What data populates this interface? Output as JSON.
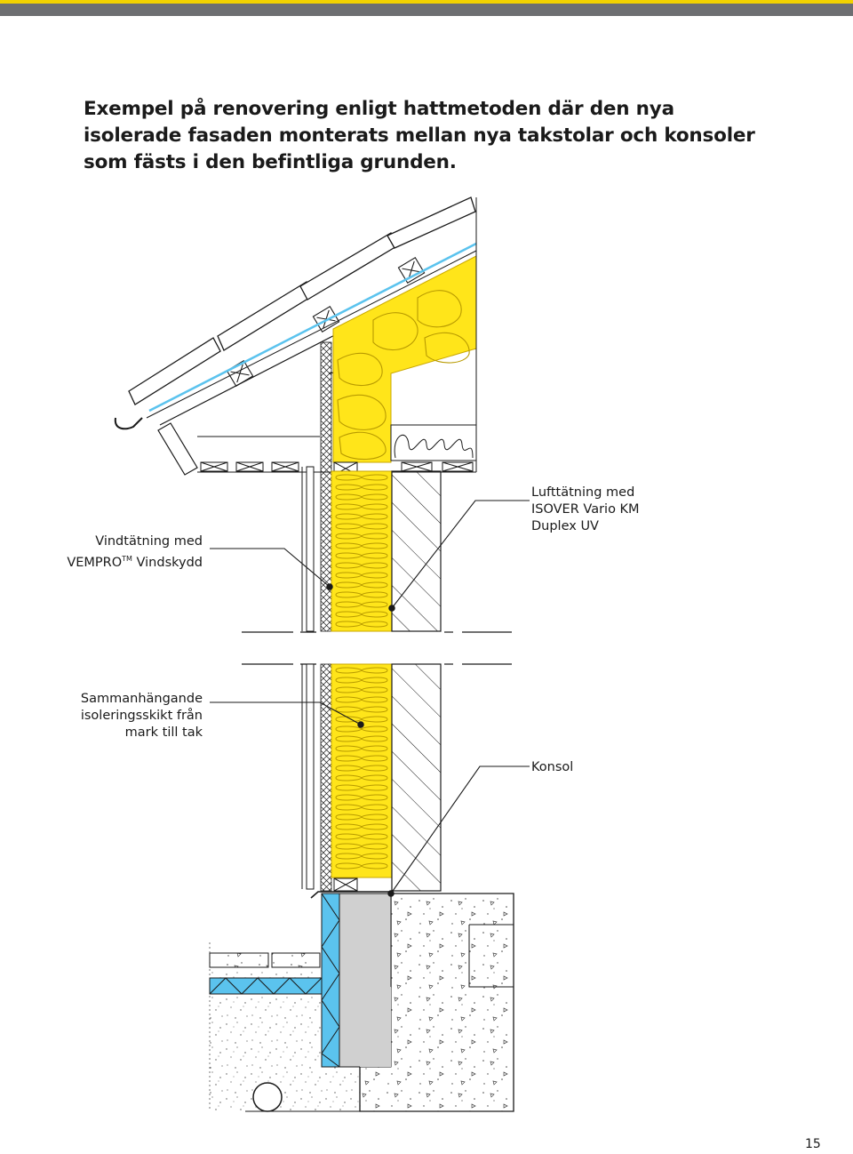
{
  "header": {
    "accent_color": "#f2d100",
    "band_color": "#6d6e71"
  },
  "title": {
    "lines": [
      "Exempel på renovering enligt hattmetoden där den nya",
      "isolerade fasaden monterats mellan nya takstolar och konsoler",
      "som fästs i den befintliga grunden."
    ]
  },
  "labels": {
    "vindtatning": {
      "line1": "Vindtätning med",
      "line2_main": "VEMPRO",
      "line2_tm": "TM",
      "line2_rest": " Vindskydd"
    },
    "lufttatning": {
      "line1": "Lufttätning med",
      "line2": "ISOVER Vario KM",
      "line3": "Duplex UV"
    },
    "sammanhangande": {
      "line1": "Sammanhängande",
      "line2": "isoleringsskikt från",
      "line3": "mark till tak"
    },
    "konsol": {
      "line1": "Konsol"
    }
  },
  "colors": {
    "insulation": "#ffe51a",
    "insulation_edge": "#caa800",
    "ground_insulation": "#5bc3ee",
    "foundation": "#d0d0d0"
  },
  "page_number": "15"
}
